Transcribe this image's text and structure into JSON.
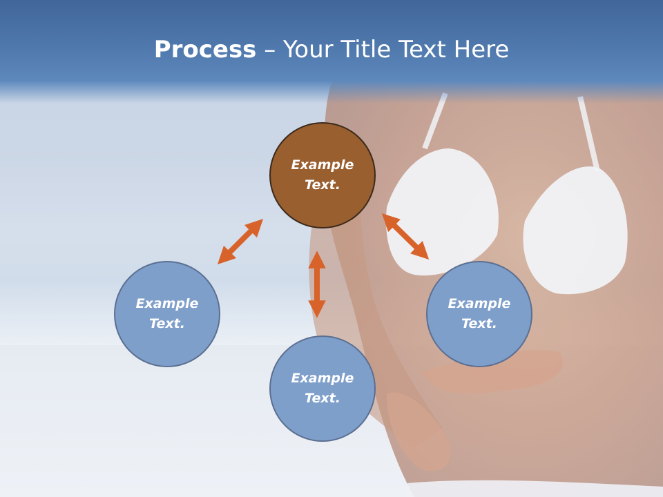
{
  "slide": {
    "title_bold": "Process",
    "title_rest": " – Your Title Text Here"
  },
  "nodes": {
    "top": {
      "line1": "Example",
      "line2": "Text."
    },
    "left": {
      "line1": "Example",
      "line2": "Text."
    },
    "bottom": {
      "line1": "Example",
      "line2": "Text."
    },
    "right": {
      "line1": "Example",
      "line2": "Text."
    }
  },
  "colors": {
    "title_band": "#4f78ac",
    "center_fill": "#9a5f2f",
    "outer_fill": "#7f9fcb",
    "arrow": "#d8632a"
  }
}
